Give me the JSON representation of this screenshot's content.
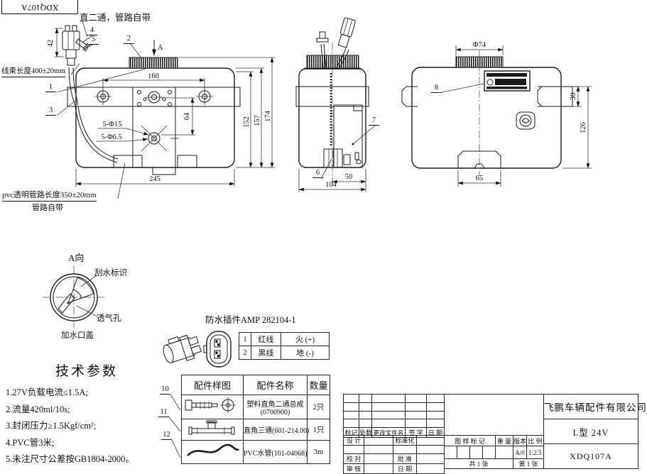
{
  "meta": {
    "sheet_code_top": "XDQ107A"
  },
  "annotations": {
    "fitting": "直二通，管路自带",
    "harness": "线束长度400±20mm",
    "pvc_line1": "pvc透明管路长度350±20mm",
    "pvc_line2": "管路自带"
  },
  "callouts": {
    "c1": "1",
    "c2": "2",
    "c3": "3",
    "c4": "4",
    "c5": "5",
    "c6": "6",
    "c7": "7",
    "c8": "8",
    "c10": "10",
    "c11": "11",
    "c12": "12"
  },
  "dims": {
    "front": {
      "d42": "42",
      "d160": "160",
      "d64": "64",
      "d152": "152",
      "d157": "157",
      "d174": "174",
      "d245": "245",
      "holes_large": "5-Φ15",
      "holes_small": "5-Φ6.5"
    },
    "side": {
      "d50": "50",
      "d104": "104"
    },
    "back": {
      "dia74": "Φ74",
      "d30": "30",
      "d126": "126",
      "d65": "65"
    }
  },
  "section_a": {
    "marker": "A",
    "title": "A向",
    "labels": {
      "wiper": "刮水标识",
      "vent": "透气孔",
      "cap": "加水口盖"
    }
  },
  "tech_params": {
    "title": "技术参数",
    "items": [
      "1.27V负载电流≤1.5A;",
      "2.流量420ml/10s;",
      "3.封闭压力≥1.5Kgf/cm²;",
      "4.PVC管3米;",
      "5.未注尺寸公差按GB1804-2000。"
    ]
  },
  "connector": {
    "title": "防水插件AMP 282104-1",
    "pins": [
      {
        "no": "1",
        "wire": "红线",
        "role": "火 (+)"
      },
      {
        "no": "2",
        "wire": "黑线",
        "role": "地 (-)"
      }
    ]
  },
  "parts_table": {
    "headers": [
      "配件样图",
      "配件名称",
      "数量"
    ],
    "rows": [
      {
        "name": "塑料直角二通总成",
        "code": "(0700900)",
        "qty": "2只"
      },
      {
        "name": "直角三通(601-214.00)",
        "code": "",
        "qty": "1只"
      },
      {
        "name": "PVC水管(101-04068)",
        "code": "",
        "qty": "3m"
      }
    ]
  },
  "title_block": {
    "company": "飞鹏车辆配件有限公司",
    "model": "L型 24V",
    "part_no": "XDQ107A",
    "rev_headers": [
      "标记",
      "处数",
      "更改文件名",
      "签 字",
      "日 期"
    ],
    "sign_labels": {
      "design": "设 计",
      "standard": "标准化",
      "check": "校 对",
      "approve": "批 准",
      "audit": "审 核",
      "date": "日 期"
    },
    "stamp_headers": {
      "mark": "图 样 标 记",
      "weight": "重 量",
      "version": "版本",
      "scale": "比 例"
    },
    "values": {
      "version": "A/0",
      "scale": "1:2.5"
    },
    "sheet": {
      "total": "共 1 张",
      "page": "第 1 张"
    }
  }
}
